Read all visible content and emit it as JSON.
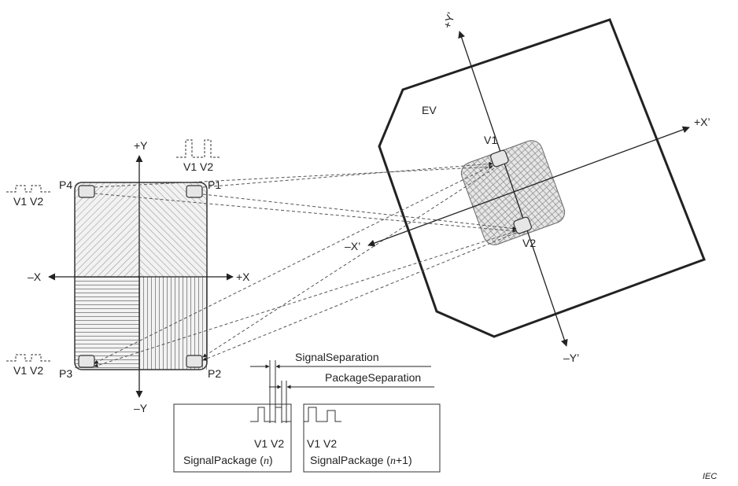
{
  "ground_pad": {
    "axis_pos_y": "+Y",
    "axis_neg_y": "–Y",
    "axis_pos_x": "+X",
    "axis_neg_x": "–X",
    "points": [
      "P1",
      "P2",
      "P3",
      "P4"
    ],
    "signal_labels": [
      "V1 V2",
      "V1 V2",
      "V1 V2"
    ]
  },
  "vehicle": {
    "label": "EV",
    "axis_pos_y": "+Y’",
    "axis_neg_y": "–Y’",
    "axis_pos_x": "+X’",
    "axis_neg_x": "–X’",
    "sensor_1": "V1",
    "sensor_2": "V2"
  },
  "timing": {
    "signal_separation": "SignalSeparation",
    "package_separation": "PackageSeparation",
    "package_n_signals": "V1 V2",
    "package_n1_signals": "V1 V2",
    "package_n_name": "SignalPackage",
    "package_n_index": "n",
    "package_n1_name": "SignalPackage",
    "package_n1_index": "n",
    "package_n1_suffix": "+1"
  },
  "footer": {
    "iec": "IEC"
  }
}
